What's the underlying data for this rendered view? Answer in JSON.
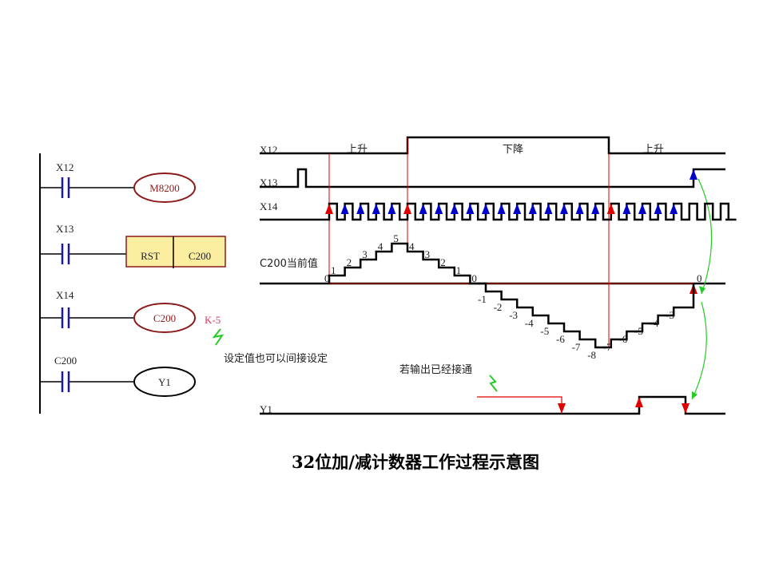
{
  "ladder": {
    "rungs": [
      {
        "contact": "X12",
        "output": "M8200",
        "type": "coil"
      },
      {
        "contact": "X13",
        "output_instr": "RST",
        "output": "C200",
        "type": "box"
      },
      {
        "contact": "X14",
        "output": "C200",
        "type": "coil",
        "setting": "K-5"
      },
      {
        "contact": "C200",
        "output": "Y1",
        "type": "coil"
      }
    ],
    "note": "设定值也可以间接设定"
  },
  "timing": {
    "signals": [
      "X12",
      "X13",
      "X14",
      "C200当前值",
      "Y1"
    ],
    "x12_labels": [
      "上升",
      "下降",
      "上升"
    ],
    "count_sequence": [
      0,
      1,
      2,
      3,
      4,
      5,
      4,
      3,
      2,
      1,
      0,
      -1,
      -2,
      -3,
      -4,
      -5,
      -6,
      -7,
      -8,
      -7,
      -6,
      -5,
      -4,
      -3,
      0
    ],
    "output_note": "若输出已经接通"
  },
  "colors": {
    "rail": "#000000",
    "contact": "#1a1aa0",
    "coil_border": "#8b1a1a",
    "box_fill": "#fbeea0",
    "red": "#e00000",
    "blue": "#0000cc",
    "green": "#22cc22"
  },
  "title": "32位加/减计数器工作过程示意图"
}
